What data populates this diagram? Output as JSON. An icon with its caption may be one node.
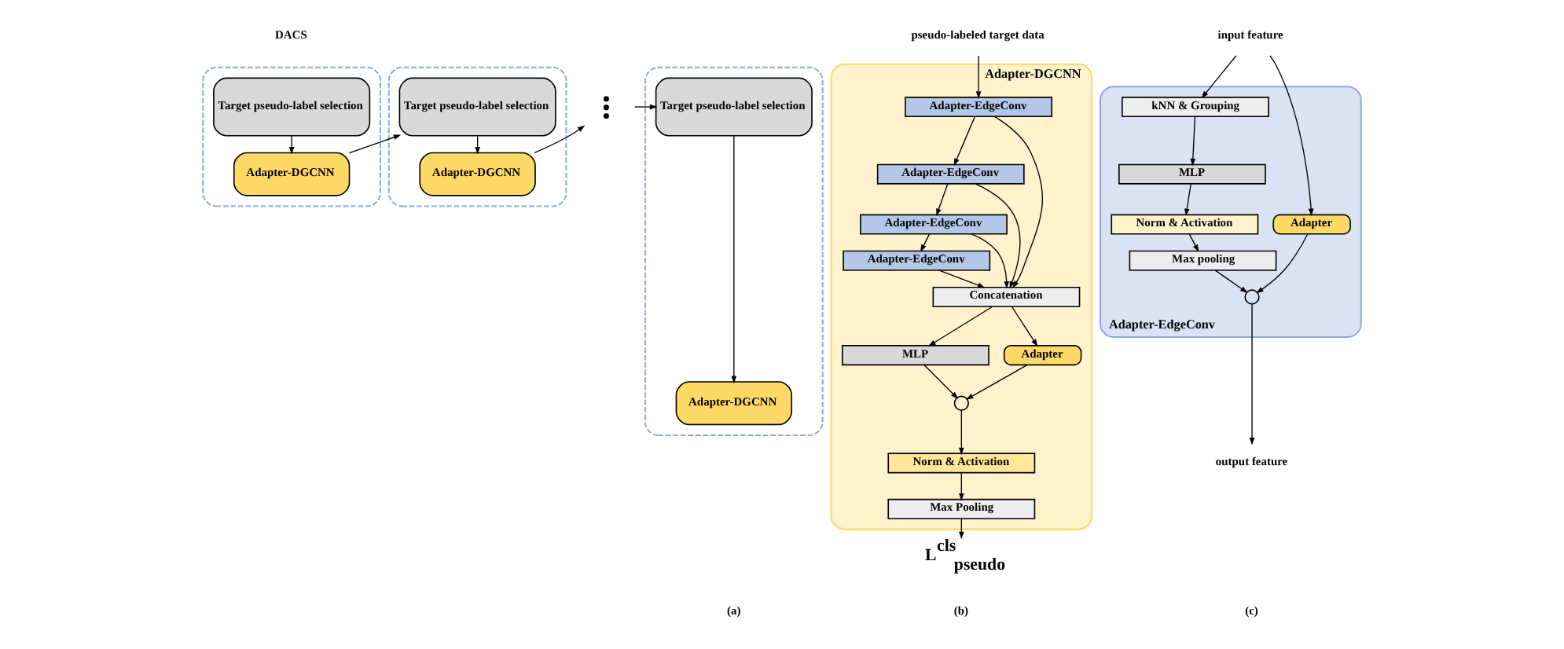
{
  "diagram": {
    "nodes": [
      {
        "text": [],
        "shape": "box"
      },
      {
        "text": [
          "Target pseudo-label selection"
        ],
        "in": 0
      },
      {
        "text": [
          "Adapter-DGCNN"
        ],
        "in": 0
      },
      {
        "text": [],
        "shape": "box"
      },
      {
        "text": [
          "Target pseudo-label selection"
        ],
        "in": 3
      },
      {
        "text": [
          "Adapter-DGCNN"
        ],
        "in": 3
      },
      {
        "text": [],
        "shape": "dots"
      },
      {
        "text": [],
        "shape": "box"
      },
      {
        "text": [
          "Target pseudo-label selection"
        ],
        "in": 7
      },
      {
        "text": [
          "Adapter-DGCNN"
        ],
        "in": 7
      },
      {
        "text": [
          "pseudo-labeled target data"
        ]
      },
      {
        "text": [
          "Adapter-DGCNN"
        ]
      },
      {
        "text": [
          "Adapter-EdgeConv"
        ],
        "in": 11
      },
      {
        "text": [
          "Adapter-EdgeConv"
        ],
        "in": 11
      },
      {
        "text": [
          "Adapter-EdgeConv"
        ],
        "in": 11
      },
      {
        "text": [
          "Adapter-EdgeConv"
        ],
        "in": 11
      },
      {
        "text": [
          "Concatenation"
        ],
        "in": 11
      },
      {
        "text": [
          "MLP"
        ],
        "in": 11
      },
      {
        "text": [
          "Adapter"
        ],
        "in": 11
      },
      {
        "text": [],
        "shape": "circle",
        "in": 11
      },
      {
        "text": [
          "Norm & Activation"
        ],
        "in": 11
      },
      {
        "text": [
          "Max Pooling"
        ],
        "in": 11
      },
      {
        "text": [
          "L$^{cls}$$_{pseudo}$"
        ]
      },
      {
        "text": [
          "input feature"
        ]
      },
      {
        "text": [
          "Adapter-EdgeConv"
        ]
      },
      {
        "text": [
          "kNN & Grouping"
        ],
        "in": 24
      },
      {
        "text": [
          "MLP"
        ],
        "in": 24
      },
      {
        "text": [
          "Norm & Activation"
        ],
        "in": 24
      },
      {
        "text": [
          "Max pooling"
        ],
        "in": 24
      },
      {
        "text": [
          "Adapter"
        ],
        "in": 24
      },
      {
        "text": [],
        "shape": "circle",
        "in": 24
      },
      {
        "text": [
          "output feature"
        ]
      }
    ],
    "edges": [
      {
        "from": 1,
        "to": 2,
        "arrow": "to"
      },
      {
        "from": 2,
        "to": 4,
        "arrow": "to"
      },
      {
        "from": 4,
        "to": 5,
        "arrow": "to"
      },
      {
        "from": 5,
        "to": 6,
        "arrow": "to"
      },
      {
        "from": 6,
        "to": 8,
        "arrow": "to"
      },
      {
        "from": 8,
        "to": 9,
        "arrow": "to"
      },
      {
        "from": 10,
        "to": 12,
        "arrow": "to"
      },
      {
        "from": 12,
        "to": 13,
        "arrow": "to"
      },
      {
        "from": 13,
        "to": 14,
        "arrow": "to"
      },
      {
        "from": 14,
        "to": 15,
        "arrow": "to"
      },
      {
        "from": 12,
        "to": 16,
        "arrow": "to"
      },
      {
        "from": 13,
        "to": 16,
        "arrow": "to"
      },
      {
        "from": 14,
        "to": 16,
        "arrow": "to"
      },
      {
        "from": 15,
        "to": 16,
        "arrow": "to"
      },
      {
        "from": 16,
        "to": 17,
        "arrow": "to"
      },
      {
        "from": 16,
        "to": 18,
        "arrow": "to"
      },
      {
        "from": 17,
        "to": 19,
        "arrow": "to"
      },
      {
        "from": 18,
        "to": 19,
        "arrow": "to"
      },
      {
        "from": 19,
        "to": 20,
        "arrow": "to"
      },
      {
        "from": 20,
        "to": 21,
        "arrow": "to"
      },
      {
        "from": 21,
        "to": 22,
        "arrow": "to"
      },
      {
        "from": 23,
        "to": 25,
        "arrow": "to"
      },
      {
        "from": 23,
        "to": 29,
        "arrow": "to"
      },
      {
        "from": 25,
        "to": 26,
        "arrow": "to"
      },
      {
        "from": 26,
        "to": 27,
        "arrow": "to"
      },
      {
        "from": 27,
        "to": 28,
        "arrow": "to"
      },
      {
        "from": 28,
        "to": 30,
        "arrow": "to"
      },
      {
        "from": 29,
        "to": 30,
        "arrow": "to"
      },
      {
        "from": 30,
        "to": 31,
        "arrow": "to"
      }
    ],
    "labels": [
      "DACS",
      "(a)",
      "(b)",
      "(c)"
    ]
  }
}
